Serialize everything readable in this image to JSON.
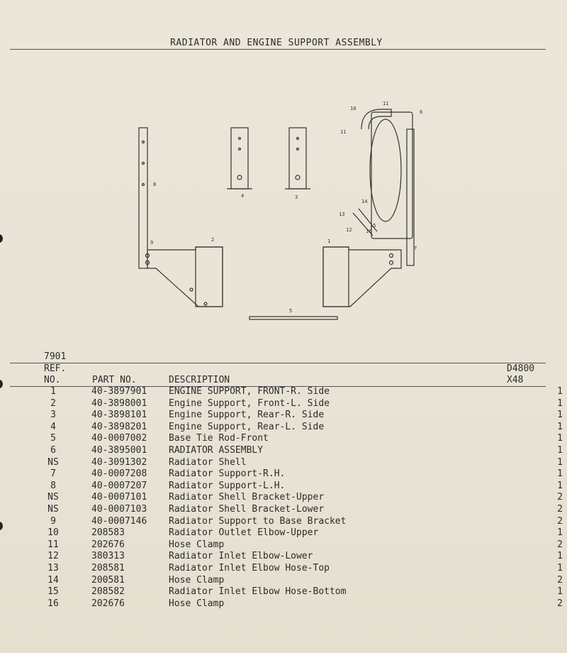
{
  "title": "RADIATOR AND ENGINE SUPPORT ASSEMBLY",
  "doc_code": "7901",
  "headers": {
    "ref_line1": "REF.",
    "ref_line2": "NO.",
    "part_no": "PART NO.",
    "description": "DESCRIPTION",
    "model_line1": "D4800",
    "model_line2": "X48"
  },
  "callouts": [
    "1",
    "2",
    "3",
    "4",
    "5",
    "6",
    "7",
    "8",
    "9",
    "10",
    "11",
    "11",
    "12",
    "13",
    "14",
    "15",
    "16"
  ],
  "parts": [
    {
      "ref": "1",
      "part_no": "40-3897901",
      "description": "ENGINE SUPPORT, FRONT-R. Side",
      "qty": "1"
    },
    {
      "ref": "2",
      "part_no": "40-3898001",
      "description": "Engine Support, Front-L. Side",
      "qty": "1"
    },
    {
      "ref": "3",
      "part_no": "40-3898101",
      "description": "Engine Support, Rear-R. Side",
      "qty": "1"
    },
    {
      "ref": "4",
      "part_no": "40-3898201",
      "description": "Engine Support, Rear-L. Side",
      "qty": "1"
    },
    {
      "ref": "5",
      "part_no": "40-0007002",
      "description": "Base Tie Rod-Front",
      "qty": "1"
    },
    {
      "ref": "6",
      "part_no": "40-3895001",
      "description": "RADIATOR ASSEMBLY",
      "qty": "1"
    },
    {
      "ref": "NS",
      "part_no": "40-3091302",
      "description": "Radiator Shell",
      "qty": "1"
    },
    {
      "ref": "7",
      "part_no": "40-0007208",
      "description": "Radiator Support-R.H.",
      "qty": "1"
    },
    {
      "ref": "8",
      "part_no": "40-0007207",
      "description": "Radiator Support-L.H.",
      "qty": "1"
    },
    {
      "ref": "NS",
      "part_no": "40-0007101",
      "description": "Radiator Shell Bracket-Upper",
      "qty": "2"
    },
    {
      "ref": "NS",
      "part_no": "40-0007103",
      "description": "Radiator Shell Bracket-Lower",
      "qty": "2"
    },
    {
      "ref": "9",
      "part_no": "40-0007146",
      "description": "Radiator Support to Base Bracket",
      "qty": "2"
    },
    {
      "ref": "10",
      "part_no": "208583",
      "description": "Radiator Outlet Elbow-Upper",
      "qty": "1"
    },
    {
      "ref": "11",
      "part_no": "202676",
      "description": "Hose Clamp",
      "qty": "2"
    },
    {
      "ref": "12",
      "part_no": "380313",
      "description": "Radiator Inlet Elbow-Lower",
      "qty": "1"
    },
    {
      "ref": "13",
      "part_no": "208581",
      "description": "Radiator Inlet Elbow Hose-Top",
      "qty": "1"
    },
    {
      "ref": "14",
      "part_no": "200581",
      "description": "Hose Clamp",
      "qty": "2"
    },
    {
      "ref": "15",
      "part_no": "208582",
      "description": "Radiator Inlet Elbow Hose-Bottom",
      "qty": "1"
    },
    {
      "ref": "16",
      "part_no": "202676",
      "description": "Hose Clamp",
      "qty": "2"
    }
  ]
}
